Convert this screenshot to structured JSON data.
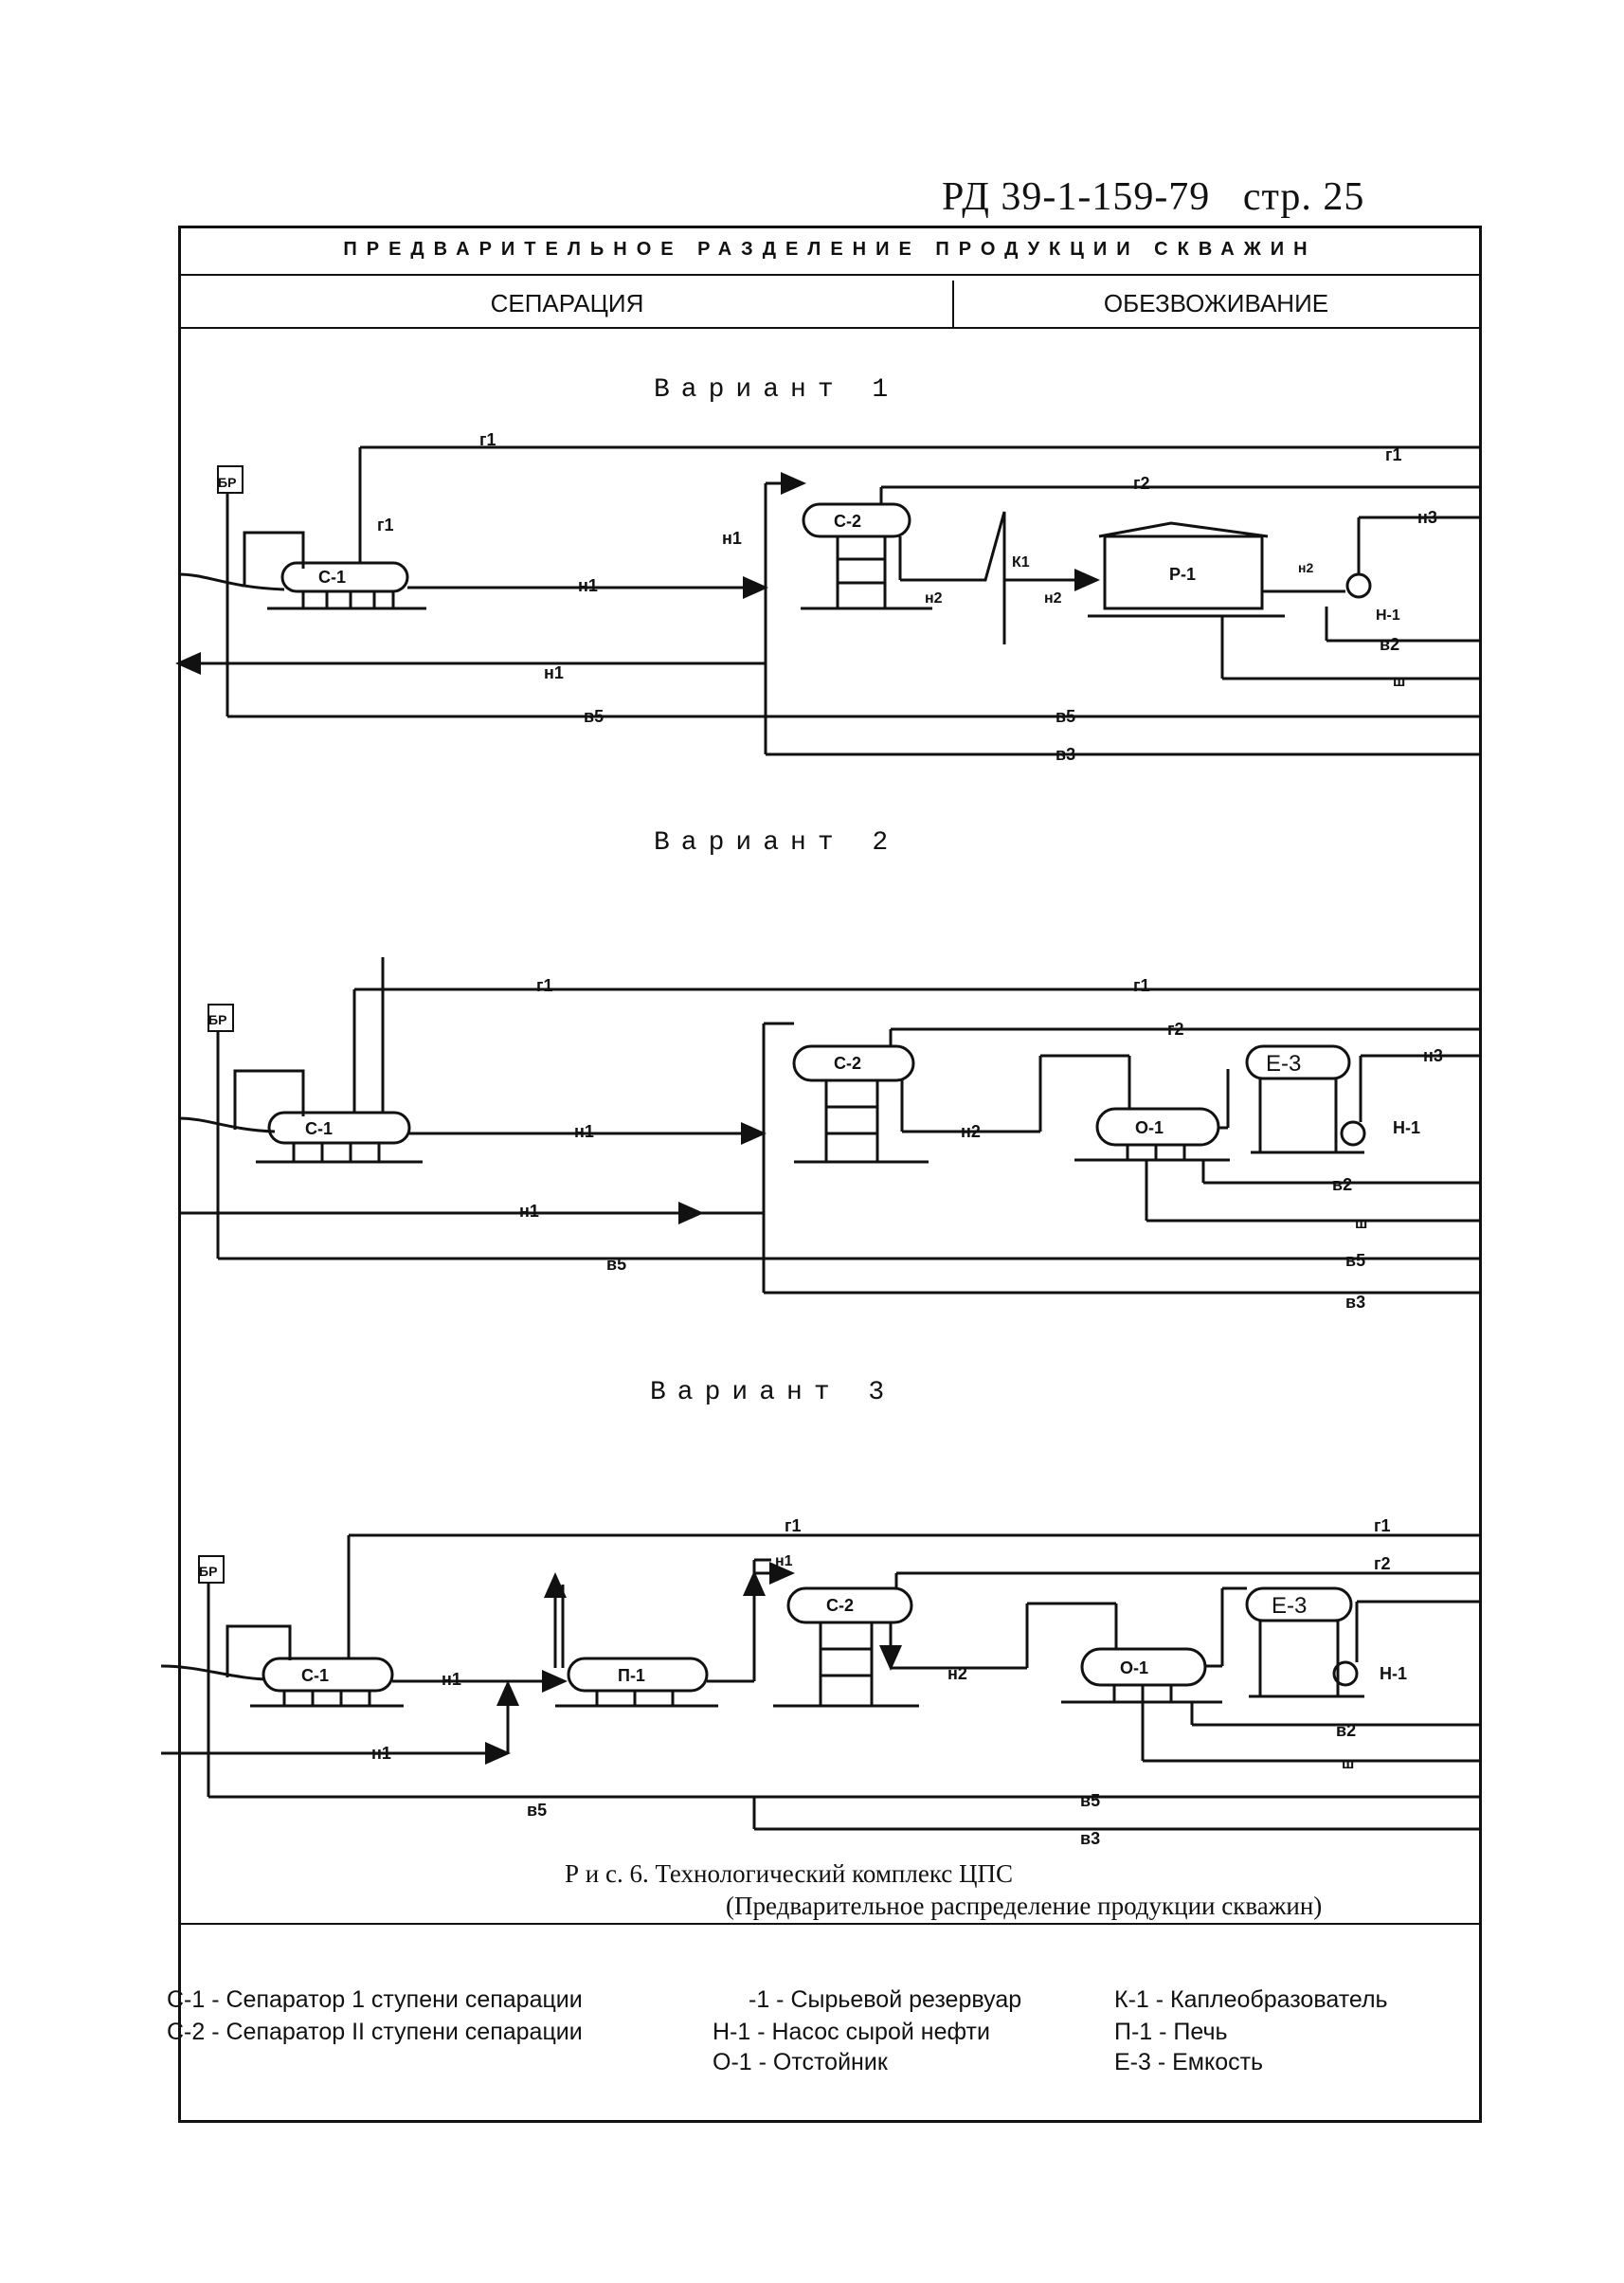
{
  "header": {
    "doc_ref": "РД 39-1-159-79",
    "page": "стр. 25"
  },
  "title": "ПРЕДВАРИТЕЛЬНОЕ РАЗДЕЛЕНИЕ ПРОДУКЦИИ СКВАЖИН",
  "sections": {
    "left": "СЕПАРАЦИЯ",
    "right": "ОБЕЗВОЖИВАНИЕ"
  },
  "variants": [
    {
      "label": "Вариант 1"
    },
    {
      "label": "Вариант 2"
    },
    {
      "label": "Вариант 3"
    }
  ],
  "equipment": {
    "br": "БР",
    "s1": "С-1",
    "s2": "С-2",
    "k1": "К1",
    "r1": "Р-1",
    "n1": "Н-1",
    "o1": "О-1",
    "e3": "Е-3",
    "p1": "П-1"
  },
  "streams": {
    "g1": "г1",
    "g2": "г2",
    "n1": "н1",
    "n2": "н2",
    "n3": "н3",
    "v2": "в2",
    "v3": "в3",
    "v5": "в5",
    "sh": "ш"
  },
  "caption": {
    "line1": "Р и с. 6.   Технологический комплекс ЦПС",
    "line2": "(Предварительное распределение продукции скважин)"
  },
  "legend": [
    "С-1 - Сепаратор 1 ступени сепарации",
    "С-2 - Сепаратор II ступени сепарации",
    "-1 - Сырьевой резервуар",
    "Н-1 - Насос сырой нефти",
    "О-1 - Отстойник",
    "К-1 - Каплеобразователь",
    "П-1 - Печь",
    "Е-3 - Емкость"
  ]
}
